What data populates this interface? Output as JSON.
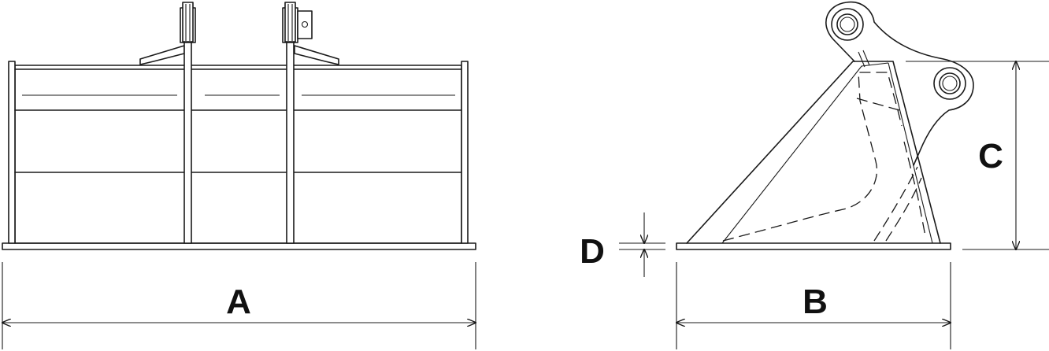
{
  "labels": {
    "width": "A",
    "depth": "B",
    "height": "C",
    "thickness": "D"
  },
  "colors": {
    "line": "#1a1a1a",
    "background": "#ffffff"
  }
}
